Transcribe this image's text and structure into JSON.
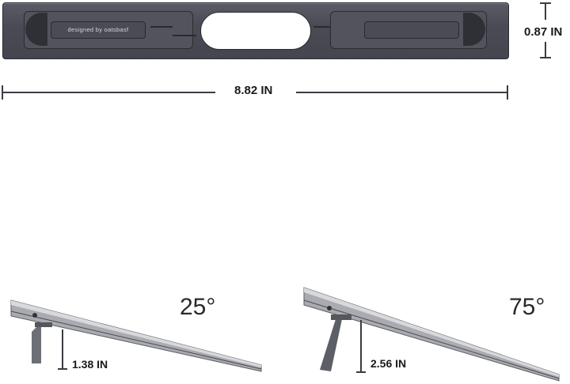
{
  "product": {
    "stand_engraving": "designed  by  oatsbasf"
  },
  "dimensions": {
    "height_label": "0.87 IN",
    "width_label": "8.82 IN"
  },
  "configurations": [
    {
      "angle": "25°",
      "lift_label": "1.38 IN"
    },
    {
      "angle": "75°",
      "lift_label": "2.56 IN"
    }
  ],
  "colors": {
    "stand_body": "#4c4d57",
    "grip": "#2f3036",
    "laptop": "#a9abb0",
    "dimension_line": "#3a3c42",
    "text": "#1a1a1a"
  }
}
